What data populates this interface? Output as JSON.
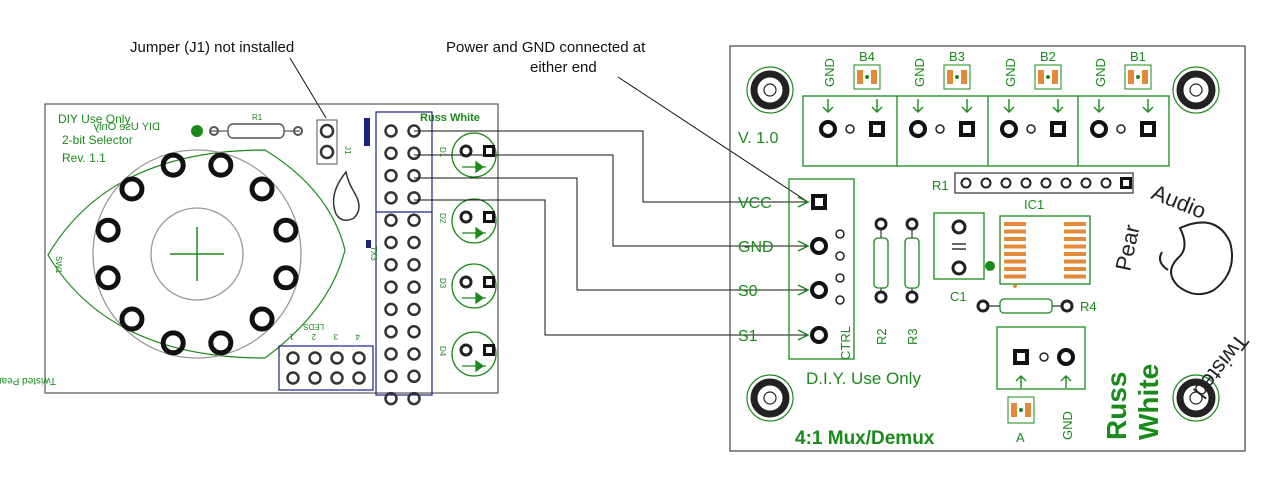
{
  "annotations": {
    "jumper_note": "Jumper (J1) not installed",
    "power_note_line1": "Power and GND connected at",
    "power_note_line2": "either end"
  },
  "left_board": {
    "title_line1": "DIY Use Only",
    "title_mirror": "DIY Use Only",
    "title_line2": "2-bit Selector",
    "revision": "Rev. 1.1",
    "brand_top": "Russ White",
    "brand_bottom": "Twisted Pear Audio",
    "r1_label": "R1",
    "j1_label": "J1",
    "tx3_label": "TX3",
    "sw1_label": "SW1",
    "leds_label": "LEDS",
    "led_labels": [
      "D1",
      "D2",
      "D3",
      "D4"
    ],
    "header_pin_labels": [
      "1",
      "2",
      "3",
      "4"
    ]
  },
  "right_board": {
    "version": "V. 1.0",
    "gnd_labels": [
      "GND",
      "GND",
      "GND",
      "GND"
    ],
    "b_labels": [
      "B4",
      "B3",
      "B2",
      "B1"
    ],
    "r1_label": "R1",
    "ic1_label": "IC1",
    "c1_label": "C1",
    "r2_label": "R2",
    "r3_label": "R3",
    "r4_label": "R4",
    "ctrl_label": "CTRL",
    "pin_labels": [
      "VCC",
      "GND",
      "S0",
      "S1"
    ],
    "diy_note": "D.I.Y. Use Only",
    "product": "4:1 Mux/Demux",
    "a_label": "A",
    "a_gnd_label": "GND",
    "brand_line1": "Russ",
    "brand_line2": "White",
    "logo_word1": "Pear",
    "logo_word2": "Audio",
    "logo_word3": "Twisted"
  }
}
